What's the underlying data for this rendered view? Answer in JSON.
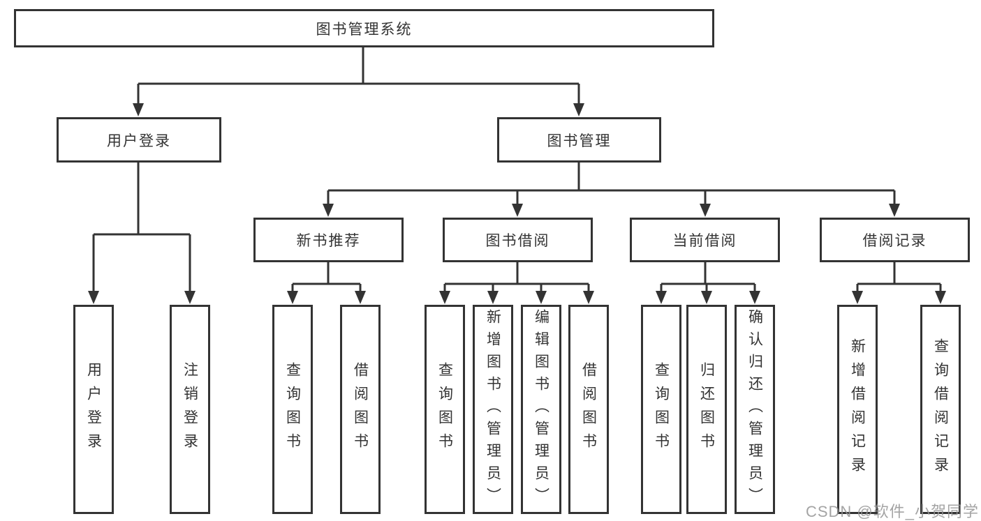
{
  "diagram": {
    "root": {
      "label": "图书管理系统"
    },
    "branches": [
      {
        "label": "用户登录",
        "children": [
          {
            "label": "用户登录"
          },
          {
            "label": "注销登录"
          }
        ]
      },
      {
        "label": "图书管理",
        "groups": [
          {
            "label": "新书推荐",
            "children": [
              {
                "label": "查询图书"
              },
              {
                "label": "借阅图书"
              }
            ]
          },
          {
            "label": "图书借阅",
            "children": [
              {
                "label": "查询图书"
              },
              {
                "label": "新增图书（管理员）"
              },
              {
                "label": "编辑图书（管理员）"
              },
              {
                "label": "借阅图书"
              }
            ]
          },
          {
            "label": "当前借阅",
            "children": [
              {
                "label": "查询图书"
              },
              {
                "label": "归还图书"
              },
              {
                "label": "确认归还（管理员）"
              }
            ]
          },
          {
            "label": "借阅记录",
            "children": [
              {
                "label": "新增借阅记录"
              },
              {
                "label": "查询借阅记录"
              }
            ]
          }
        ]
      }
    ]
  },
  "watermark": {
    "text": "CSDN @软件_小贺同学"
  },
  "colors": {
    "line": "#333333",
    "box_border": "#333333",
    "text": "#333333",
    "background": "#ffffff",
    "watermark": "#949494"
  }
}
